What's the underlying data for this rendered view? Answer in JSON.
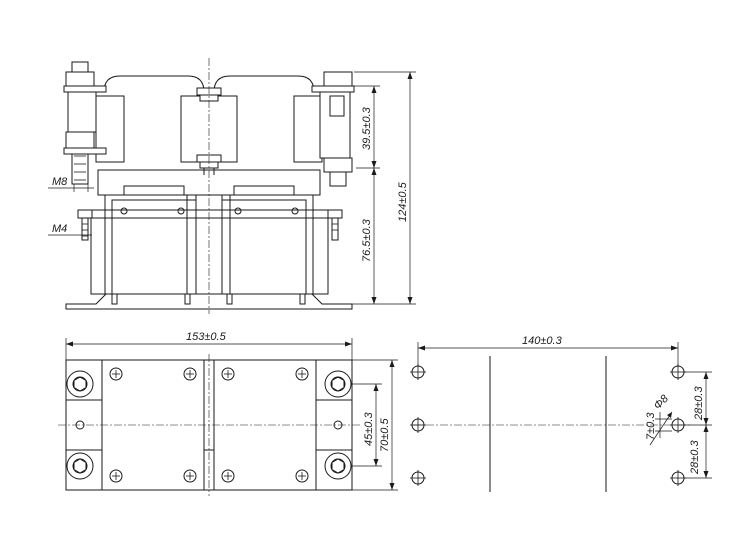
{
  "drawing": {
    "labels": {
      "thread_m8": "M8",
      "thread_m4": "M4",
      "dim_upper_height": "39.5±0.3",
      "dim_lower_height": "76.5±0.3",
      "dim_total_height": "124±0.5",
      "dim_length": "153±0.5",
      "dim_inner_width": "45±0.3",
      "dim_width": "70±0.5",
      "dim_mount_spacing": "140±0.3",
      "dim_hole_dia": "Φ8",
      "dim_hole_offset": "7±0.3",
      "dim_hole_pitch_top": "28±0.3",
      "dim_hole_pitch_bottom": "28±0.3"
    }
  }
}
